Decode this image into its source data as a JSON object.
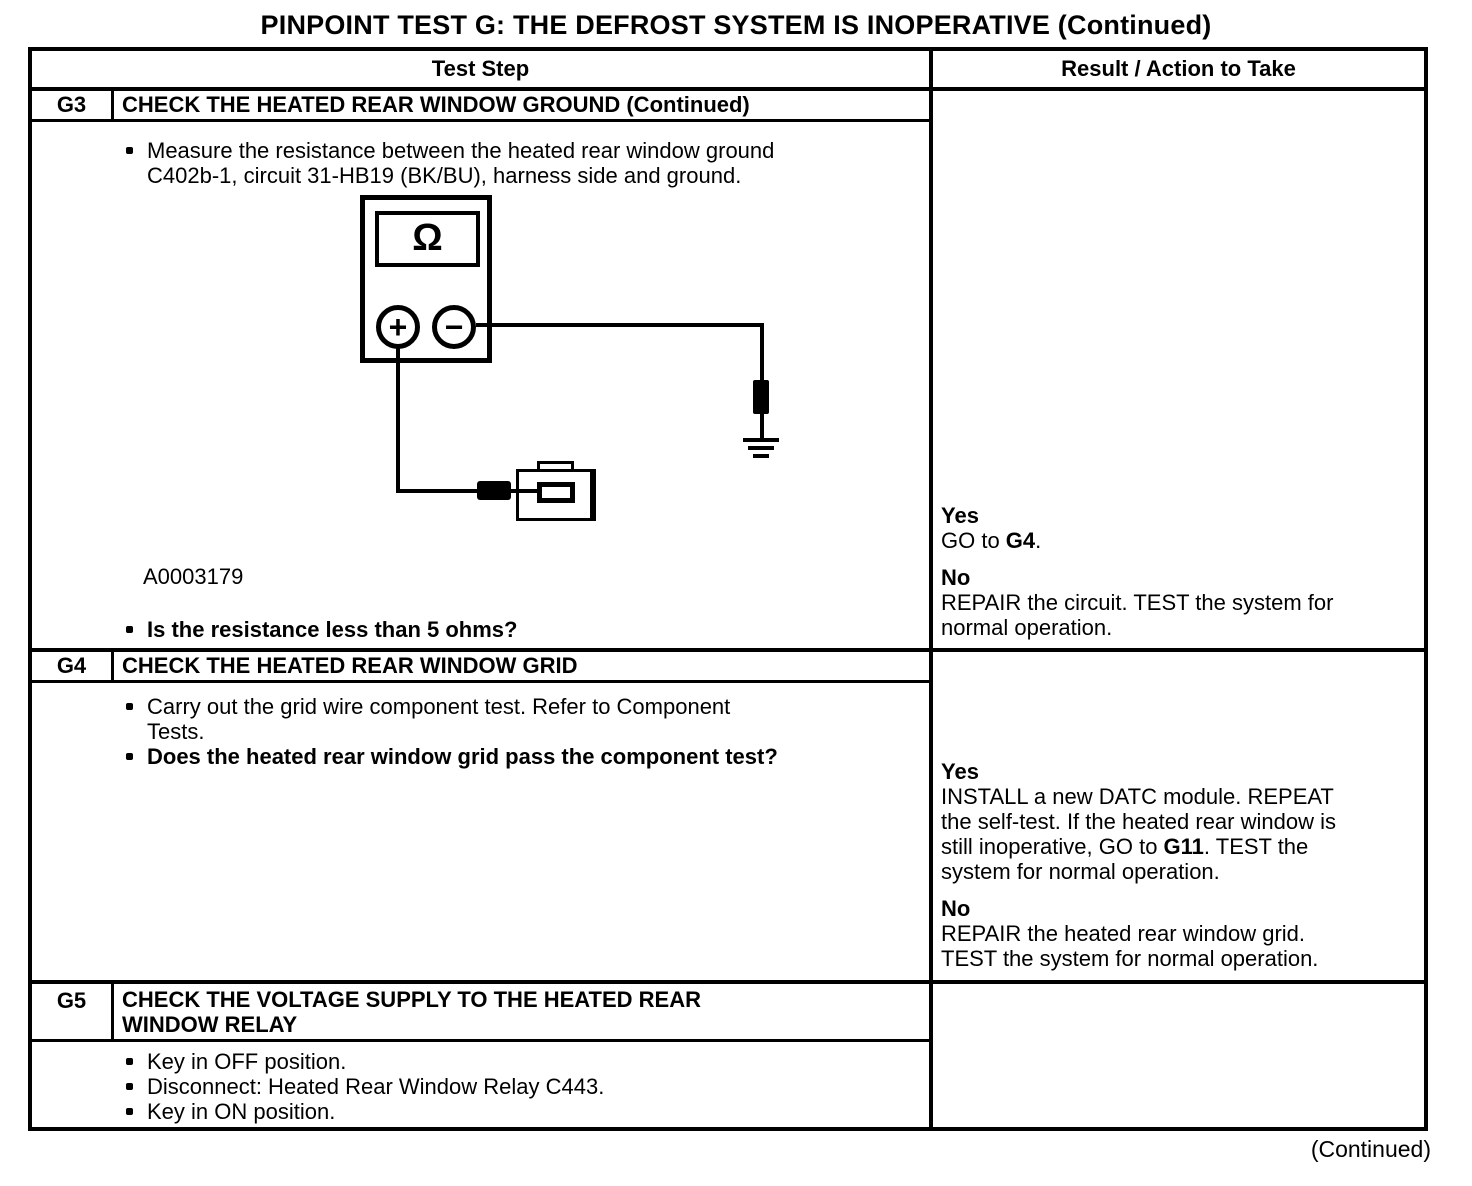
{
  "page_title": "PINPOINT TEST G: THE DEFROST SYSTEM IS INOPERATIVE (Continued)",
  "footer": {
    "continued": "(Continued)"
  },
  "table": {
    "header": {
      "test_step": "Test Step",
      "result": "Result / Action to Take"
    },
    "g3": {
      "id": "G3",
      "title": "CHECK THE HEATED REAR WINDOW GROUND (Continued)",
      "bullet1": "Measure the resistance between the heated rear window ground\nC402b-1, circuit 31-HB19 (BK/BU), harness side and ground.",
      "figure_id": "A0003179",
      "question": "Is the resistance less than 5 ohms?",
      "diagram": {
        "ohm_symbol": "Ω",
        "plus_symbol": "+",
        "minus_symbol": "−"
      },
      "result": {
        "yes_label": "Yes",
        "yes_pre": "GO to ",
        "yes_ref": "G4",
        "yes_post": ".",
        "no_label": "No",
        "no_text": "REPAIR the circuit. TEST the system for\nnormal operation."
      }
    },
    "g4": {
      "id": "G4",
      "title": "CHECK THE HEATED REAR WINDOW GRID",
      "bullet1": "Carry out the grid wire component test. Refer to Component\nTests.",
      "question": "Does the heated rear window grid pass the component test?",
      "result": {
        "yes_label": "Yes",
        "yes_pre": "INSTALL a new DATC module. REPEAT\nthe self-test. If the heated rear window is\nstill inoperative, GO to ",
        "yes_ref": "G11",
        "yes_post": ". TEST the\nsystem for normal operation.",
        "no_label": "No",
        "no_text": "REPAIR the heated rear window grid.\nTEST the system for normal operation."
      }
    },
    "g5": {
      "id": "G5",
      "title": "CHECK THE VOLTAGE SUPPLY TO THE HEATED REAR\nWINDOW RELAY",
      "bullets": [
        "Key in OFF position.",
        "Disconnect: Heated Rear Window Relay C443.",
        "Key in ON position."
      ]
    }
  }
}
